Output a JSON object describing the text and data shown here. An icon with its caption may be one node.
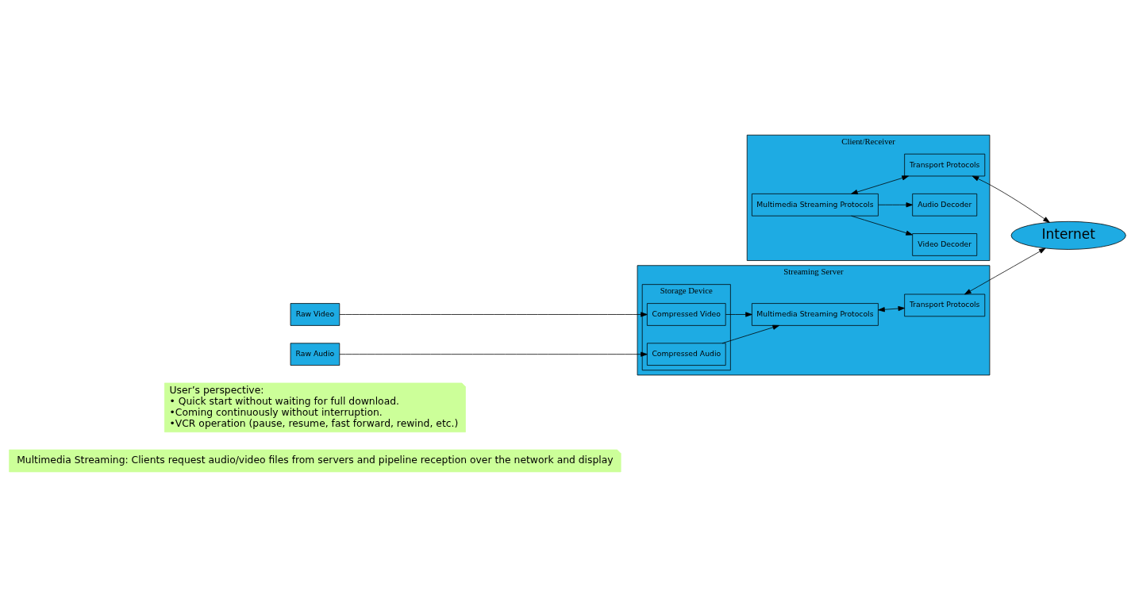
{
  "diagram": {
    "nodes": [
      {
        "text": [
          "Multimedia Streaming: Clients request audio/video files from servers and pipeline reception over the network and display"
        ]
      },
      {
        "text": [
          "User’s perspective:",
          "• Quick start without waiting for full download.",
          "•Coming continuously without interruption.",
          "•VCR operation (pause, resume, fast forward, rewind, etc.)"
        ]
      },
      {
        "text": [
          "Streaming Server"
        ]
      },
      {
        "text": [
          "Storage Device"
        ],
        "in": 2
      },
      {
        "text": [
          "Compressed Video"
        ],
        "in": 3
      },
      {
        "text": [
          "Compressed Audio"
        ],
        "in": 3
      },
      {
        "text": [
          "Multimedia Streaming Protocols"
        ],
        "in": 2
      },
      {
        "text": [
          "Transport Protocols"
        ],
        "in": 2
      },
      {
        "text": [
          "Client/Receiver"
        ]
      },
      {
        "text": [
          "Video Decoder"
        ],
        "in": 8
      },
      {
        "text": [
          "Audio Decoder"
        ],
        "in": 8
      },
      {
        "text": [
          "Multimedia Streaming Protocols"
        ],
        "in": 8
      },
      {
        "text": [
          "Transport Protocols"
        ],
        "in": 8
      },
      {
        "text": [
          "Raw Video"
        ]
      },
      {
        "text": [
          "Raw Audio"
        ]
      },
      {
        "text": [
          "Internet"
        ]
      }
    ],
    "edges": [
      {
        "from": 13,
        "to": 4,
        "arrow": "to"
      },
      {
        "from": 14,
        "to": 5,
        "arrow": "to"
      },
      {
        "from": 4,
        "to": 6,
        "arrow": "to"
      },
      {
        "from": 5,
        "to": 6,
        "arrow": "to"
      },
      {
        "from": 6,
        "to": 7,
        "arrow": "both"
      },
      {
        "from": 7,
        "to": 15,
        "arrow": "both"
      },
      {
        "from": 11,
        "to": 9,
        "arrow": "to"
      },
      {
        "from": 11,
        "to": 10,
        "arrow": "to"
      },
      {
        "from": 11,
        "to": 12,
        "arrow": "both"
      },
      {
        "from": 12,
        "to": 15,
        "arrow": "both"
      }
    ]
  }
}
